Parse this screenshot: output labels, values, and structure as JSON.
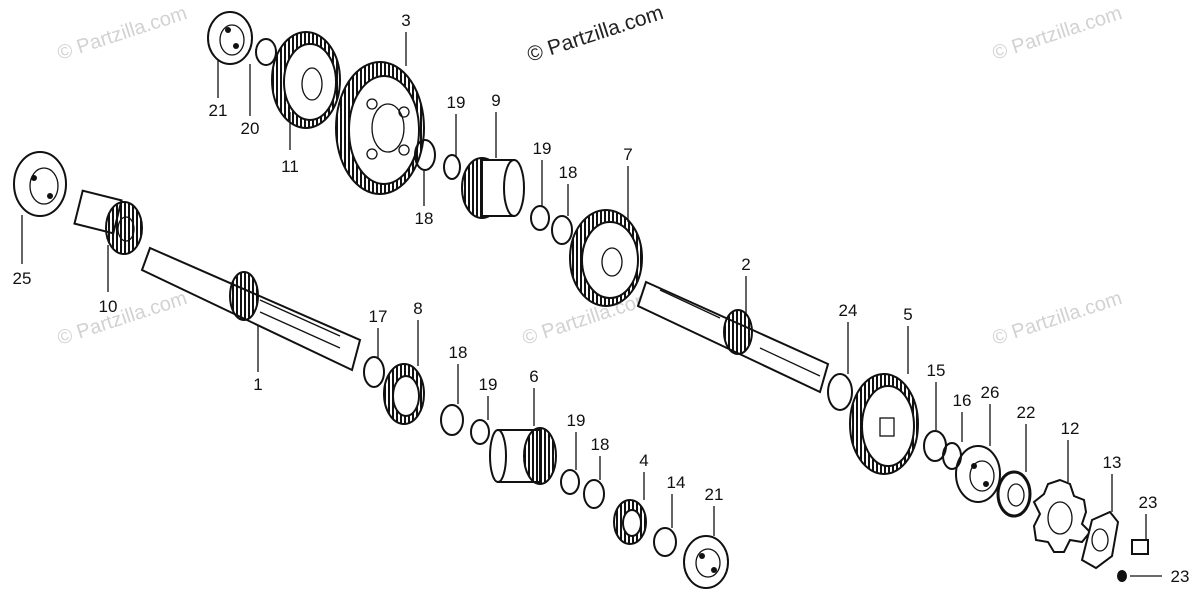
{
  "watermarks": {
    "main": "© Partzilla.com",
    "faded": "© Partzilla.com"
  },
  "callouts": {
    "c1": "1",
    "c2": "2",
    "c3": "3",
    "c4": "4",
    "c5": "5",
    "c6": "6",
    "c7": "7",
    "c8": "8",
    "c9": "9",
    "c10": "10",
    "c11": "11",
    "c12": "12",
    "c13": "13",
    "c14": "14",
    "c15": "15",
    "c16": "16",
    "c17": "17",
    "c18a": "18",
    "c18b": "18",
    "c18c": "18",
    "c18d": "18",
    "c19a": "19",
    "c19b": "19",
    "c19c": "19",
    "c19d": "19",
    "c20": "20",
    "c21a": "21",
    "c21b": "21",
    "c22": "22",
    "c23a": "23",
    "c23b": "23",
    "c24": "24",
    "c25": "25",
    "c26": "26"
  }
}
